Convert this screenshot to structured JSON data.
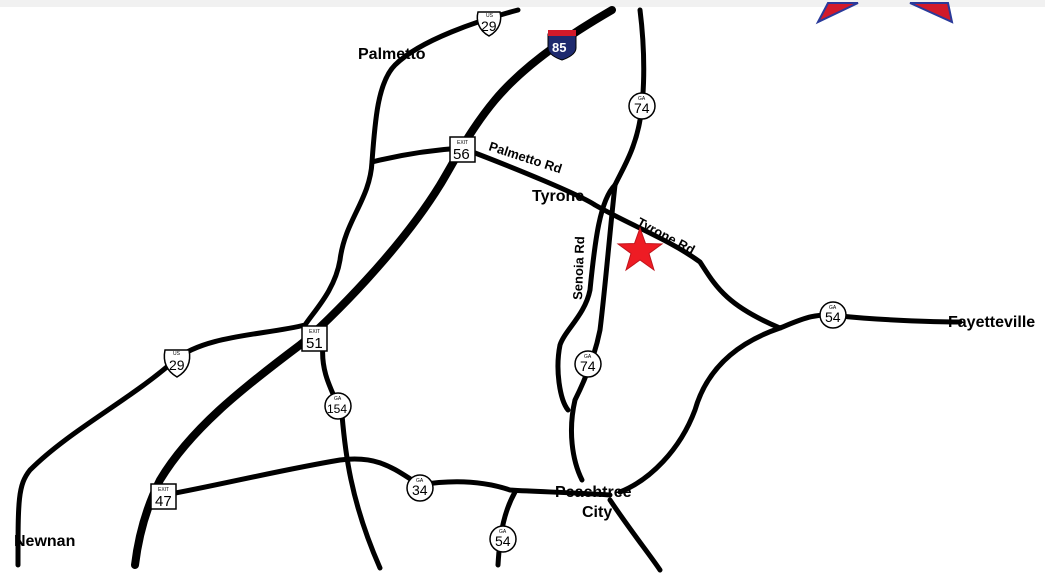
{
  "towns": {
    "palmetto": "Palmetto",
    "tyrone": "Tyrone",
    "fayetteville": "Fayetteville",
    "peachtree_1": "Peachtree",
    "peachtree_2": "City",
    "newnan": "Newnan"
  },
  "roads": {
    "palmetto_rd": "Palmetto Rd",
    "tyrone_rd": "Tyrone Rd",
    "senoia_rd": "Senoia Rd"
  },
  "shields": {
    "us29_top": {
      "type": "US",
      "number": "29"
    },
    "us29_left": {
      "type": "US",
      "number": "29"
    },
    "i85": {
      "type": "I",
      "number": "85"
    },
    "ga74_top": {
      "type": "GA",
      "number": "74"
    },
    "ga74_mid": {
      "type": "GA",
      "number": "74"
    },
    "ga54_east": {
      "type": "GA",
      "number": "54"
    },
    "ga54_south": {
      "type": "GA",
      "number": "54"
    },
    "ga154": {
      "type": "GA",
      "number": "154"
    },
    "ga34": {
      "type": "GA",
      "number": "34"
    }
  },
  "exits": {
    "exit56": {
      "label": "EXIT",
      "number": "56"
    },
    "exit51": {
      "label": "EXIT",
      "number": "51"
    },
    "exit47": {
      "label": "EXIT",
      "number": "47"
    }
  },
  "colors": {
    "road": "#000000",
    "location_star": "#ee1c24",
    "corner_logo_red": "#d21a2a",
    "corner_logo_blue": "#2a3a9a",
    "background": "#ffffff"
  },
  "marker": {
    "icon": "star-icon"
  }
}
